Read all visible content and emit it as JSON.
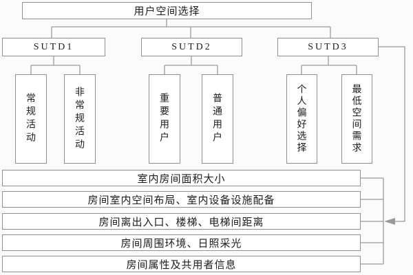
{
  "diagram": {
    "title": "用户空间选择",
    "groups": [
      {
        "label": "SUTD1",
        "children": [
          {
            "label": "常规活动"
          },
          {
            "label": "非常规活动"
          }
        ]
      },
      {
        "label": "SUTD2",
        "children": [
          {
            "label": "重要用户"
          },
          {
            "label": "普通用户"
          }
        ]
      },
      {
        "label": "SUTD3",
        "children": [
          {
            "label": "个人偏好选择"
          },
          {
            "label": "最低空间需求"
          }
        ]
      }
    ],
    "criteria": [
      {
        "label": "室内房间面积大小"
      },
      {
        "label": "房间室内空间布局、室内设备设施配备"
      },
      {
        "label": "房间离出入口、楼梯、电梯间距离"
      },
      {
        "label": "房间周围环境、日照采光"
      },
      {
        "label": "房间属性及共用者信息"
      }
    ],
    "colors": {
      "line": "#999999",
      "border": "#8f8f8f",
      "text": "#1c1c1c",
      "box_bg": "#ffffff",
      "page_bg": "#fbfbfb"
    }
  }
}
